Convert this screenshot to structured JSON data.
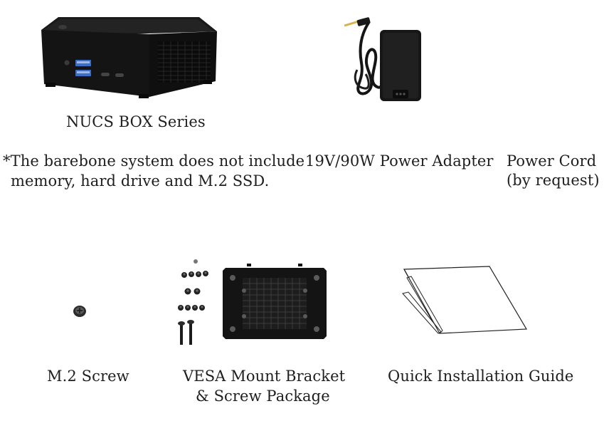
{
  "items": {
    "nucs_box": {
      "label": "NUCS BOX Series"
    },
    "barebone_note": {
      "line1": "*The barebone system does not include",
      "line2": "memory, hard drive and M.2 SSD."
    },
    "power_adapter": {
      "label": "19V/90W Power Adapter"
    },
    "power_cord": {
      "line1": "Power Cord",
      "line2": "(by request)"
    },
    "m2_screw": {
      "label": "M.2 Screw"
    },
    "vesa_bracket": {
      "line1": "VESA Mount Bracket",
      "line2": "& Screw Package"
    },
    "quick_guide": {
      "label": "Quick Installation Guide"
    }
  }
}
